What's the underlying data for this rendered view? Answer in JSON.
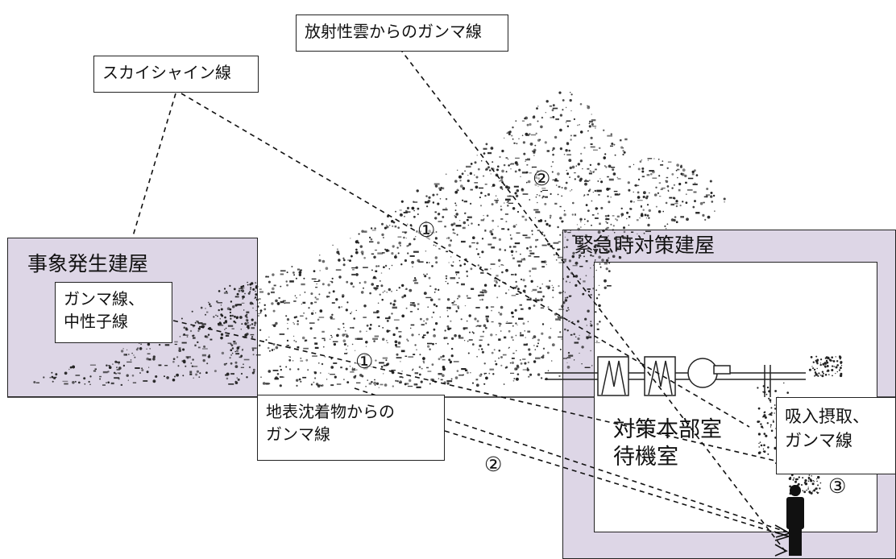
{
  "buildings": {
    "incident": {
      "label": "事象発生建屋"
    },
    "emergency": {
      "label": "緊急時対策建屋"
    }
  },
  "room": {
    "label": "対策本部室\n待機室"
  },
  "callouts": {
    "skyshine": "スカイシャイン線",
    "cloud": "放射性雲からのガンマ線",
    "gamma_neutron": "ガンマ線、\n中性子線",
    "ground_deposit": "地表沈着物からの\nガンマ線",
    "inhalation": "吸入摂取、\nガンマ線"
  },
  "path_markers": {
    "cloud_marker": "②",
    "skyshine_marker": "①",
    "direct_marker": "①",
    "ground_marker": "②",
    "inhalation_marker": "③"
  },
  "colors": {
    "building_fill": "#ddd6e6",
    "line": "#111111"
  }
}
